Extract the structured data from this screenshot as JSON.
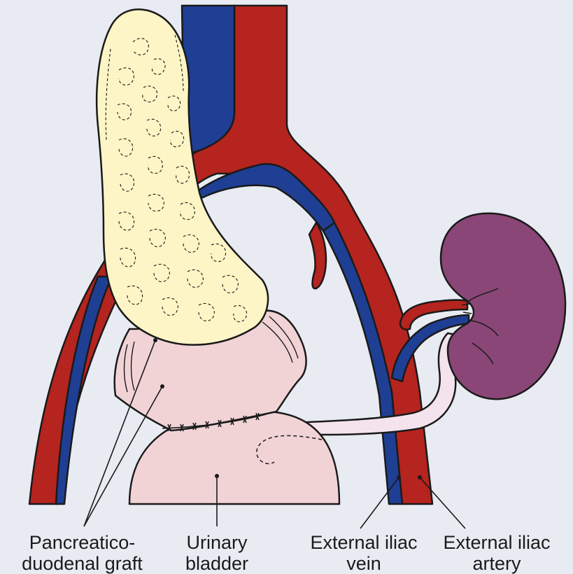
{
  "labels": {
    "graft": {
      "line1": "Pancreatico-",
      "line2": "duodenal graft"
    },
    "bladder": {
      "line1": "Urinary",
      "line2": "bladder"
    },
    "vein": {
      "line1": "External iliac",
      "line2": "vein"
    },
    "artery": {
      "line1": "External iliac",
      "line2": "artery"
    }
  },
  "colors": {
    "background": "#e8ebf2",
    "artery": "#b5241e",
    "vein": "#1f3f94",
    "pancreas": "#fdf5c6",
    "bladder": "#f1d3d6",
    "kidney": "#8a4677",
    "ureter": "#f4e3ec",
    "outline": "#1a1a1a"
  }
}
